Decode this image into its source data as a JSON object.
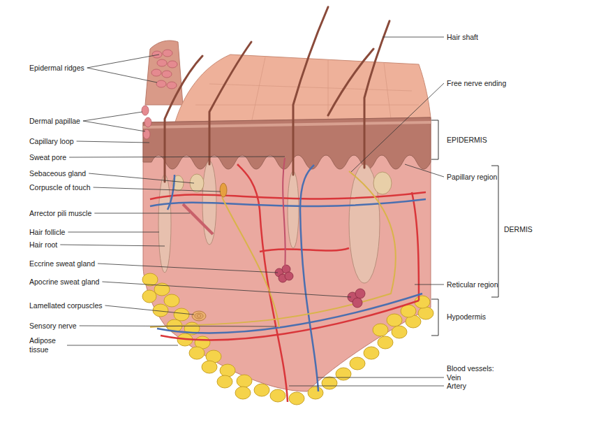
{
  "diagram": {
    "labels": [
      "Epidermal ridges",
      "Dermal papillae",
      "Capillary loop",
      "Sweat pore",
      "Sebaceous gland",
      "Corpuscle of touch",
      "Arrector pili muscle",
      "Hair follicle",
      "Hair root",
      "Eccrine sweat gland",
      "Apocrine sweat gland",
      "Lamellated corpuscles",
      "Sensory nerve",
      "Adipose tissue",
      "Hair shaft",
      "Free nerve ending",
      "EPIDERMIS",
      "Papillary region",
      "DERMIS",
      "Reticular region",
      "Hypodermis",
      "Blood vessels:",
      "Vein",
      "Artery"
    ]
  }
}
